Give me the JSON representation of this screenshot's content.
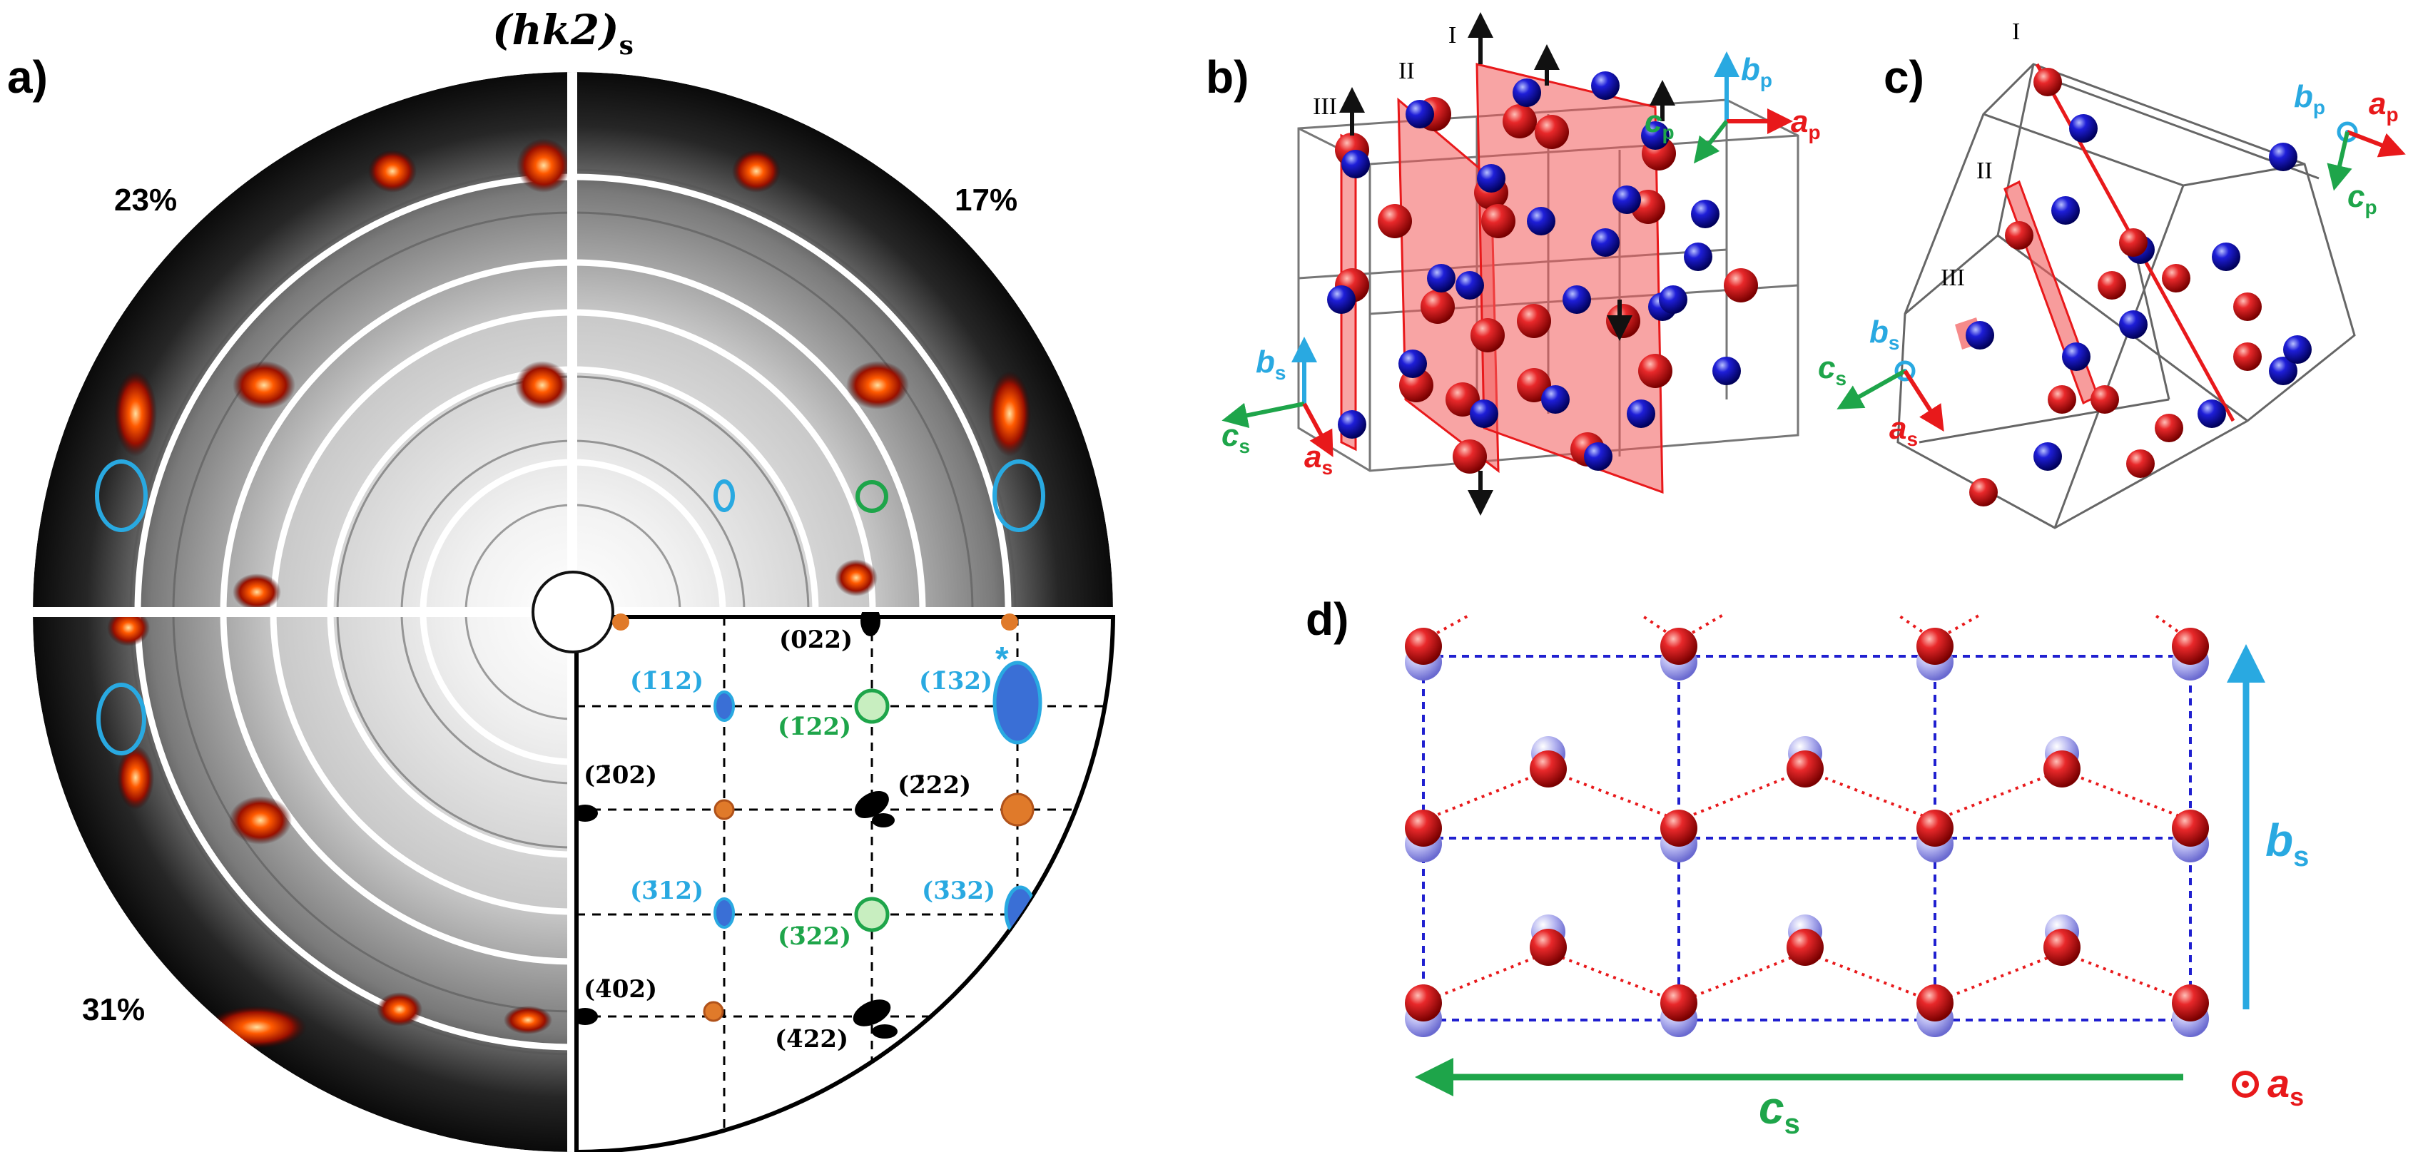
{
  "panel_labels": {
    "a": "a)",
    "b": "b)",
    "c": "c)",
    "d": "d)"
  },
  "panel_a": {
    "title": "(hk2)",
    "title_sub": "s",
    "percentages": {
      "top_left": "23%",
      "top_right": "17%",
      "bottom_left": "31%"
    },
    "reflections": [
      {
        "label": "(022)",
        "color": "#000000"
      },
      {
        "label": "(1̄12)",
        "color": "#29a9e1"
      },
      {
        "label": "(1̄32)",
        "color": "#29a9e1"
      },
      {
        "label": "(1̄22)",
        "color": "#1ea54a"
      },
      {
        "label": "(2̄02)",
        "color": "#000000"
      },
      {
        "label": "(2̄22)",
        "color": "#000000"
      },
      {
        "label": "(3̄12)",
        "color": "#29a9e1"
      },
      {
        "label": "(3̄32)",
        "color": "#29a9e1"
      },
      {
        "label": "(3̄22)",
        "color": "#1ea54a"
      },
      {
        "label": "(4̄02)",
        "color": "#000000"
      },
      {
        "label": "(4̄22)",
        "color": "#000000"
      }
    ],
    "star": "*"
  },
  "panel_b": {
    "plane_labels": [
      "I",
      "II",
      "III"
    ],
    "axes_p": [
      {
        "letter": "b",
        "sub": "p",
        "color": "#29a9e1"
      },
      {
        "letter": "a",
        "sub": "p",
        "color": "#e8191b"
      },
      {
        "letter": "c",
        "sub": "p",
        "color": "#1ea54a"
      }
    ],
    "axes_s": [
      {
        "letter": "b",
        "sub": "s",
        "color": "#29a9e1"
      },
      {
        "letter": "c",
        "sub": "s",
        "color": "#1ea54a"
      },
      {
        "letter": "a",
        "sub": "s",
        "color": "#e8191b"
      }
    ]
  },
  "panel_c": {
    "plane_labels": [
      "I",
      "II",
      "III"
    ],
    "axes_p": [
      {
        "letter": "b",
        "sub": "p",
        "color": "#29a9e1"
      },
      {
        "letter": "a",
        "sub": "p",
        "color": "#e8191b"
      },
      {
        "letter": "c",
        "sub": "p",
        "color": "#1ea54a"
      }
    ],
    "axes_s": [
      {
        "letter": "b",
        "sub": "s",
        "color": "#29a9e1"
      },
      {
        "letter": "c",
        "sub": "s",
        "color": "#1ea54a"
      },
      {
        "letter": "a",
        "sub": "s",
        "color": "#e8191b"
      }
    ]
  },
  "panel_d": {
    "axis_b": {
      "letter": "b",
      "sub": "s",
      "color": "#29a9e1"
    },
    "axis_c": {
      "letter": "c",
      "sub": "s",
      "color": "#1ea54a"
    },
    "axis_a": {
      "letter": "a",
      "sub": "s",
      "color": "#e8191b"
    }
  },
  "colors": {
    "red_atom": "#d8141a",
    "blue_atom": "#1515c8",
    "pale_atom": "#8f8fe8",
    "plane": "#f25a5a",
    "grid_blue": "#2020d0",
    "dotted_red": "#e8191b"
  }
}
